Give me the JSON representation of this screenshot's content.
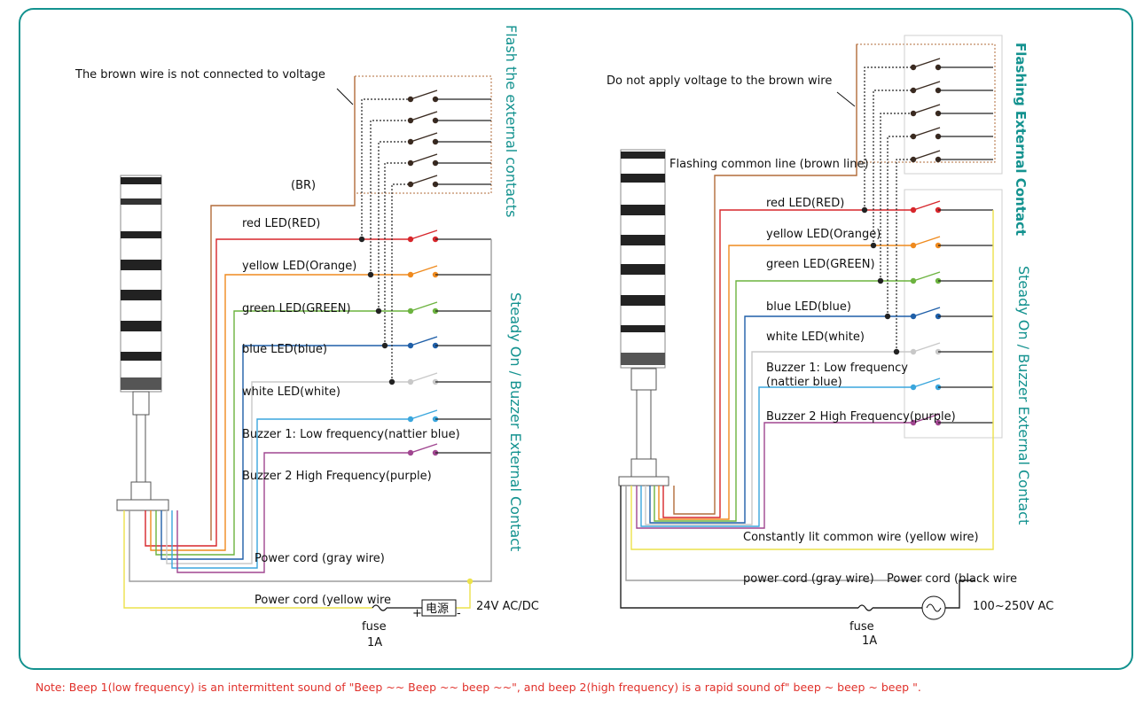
{
  "colors": {
    "frame": "#13928f",
    "red": "#d7262b",
    "orange": "#ef8a1e",
    "green": "#6cb33f",
    "blue": "#1f5fa8",
    "white": "#c8c8c8",
    "natier_blue": "#3aa6dd",
    "purple": "#a04690",
    "gray": "#9e9e9e",
    "yellow": "#ece24b",
    "brown": "#b26b3a",
    "black": "#222222"
  },
  "left": {
    "brown_note": "The brown wire is not connected to voltage",
    "br_label": "(BR)",
    "vertical_flash": "Flash the external contacts",
    "vertical_steady": "Steady On / Buzzer External Contact",
    "wires": [
      {
        "label": "red LED(RED)",
        "color": "red"
      },
      {
        "label": "yellow LED(Orange)",
        "color": "orange"
      },
      {
        "label": "green LED(GREEN)",
        "color": "green"
      },
      {
        "label": "blue LED(blue)",
        "color": "blue"
      },
      {
        "label": "white LED(white)",
        "color": "white"
      },
      {
        "label": "Buzzer 1: Low frequency(nattier blue)",
        "color": "natier_blue"
      },
      {
        "label": "Buzzer 2 High Frequency(purple)",
        "color": "purple"
      }
    ],
    "power_gray": "Power cord (gray wire)",
    "power_yellow": "Power cord (yellow wire",
    "plus": "+",
    "minus": "-",
    "supply": "电源",
    "voltage": "24V AC/DC",
    "fuse": "fuse",
    "fuse_rating": "1A"
  },
  "right": {
    "brown_note": "Do not apply voltage to the brown wire",
    "common_line": "Flashing common line (brown line)",
    "vertical_flash": "Flashing External Contact",
    "vertical_steady": "Steady On / Buzzer External Contact",
    "wires": [
      {
        "label": "red LED(RED)",
        "color": "red"
      },
      {
        "label": "yellow LED(Orange)",
        "color": "orange"
      },
      {
        "label": "green LED(GREEN)",
        "color": "green"
      },
      {
        "label": "blue LED(blue)",
        "color": "blue"
      },
      {
        "label": "white LED(white)",
        "color": "white"
      },
      {
        "label": "Buzzer 1: Low frequency",
        "label2": "(nattier blue)",
        "color": "natier_blue"
      },
      {
        "label": "Buzzer 2 High Frequency(purple)",
        "color": "purple"
      }
    ],
    "constant_common": "Constantly lit common wire (yellow wire)",
    "power_gray": "power cord (gray wire)",
    "power_black": "Power cord (black wire",
    "voltage": "100~250V AC",
    "fuse": "fuse",
    "fuse_rating": "1A"
  },
  "note": "Note: Beep 1(low frequency) is an intermittent sound of \"Beep ~~ Beep ~~ beep ~~\", and beep 2(high frequency) is a rapid sound of\" beep ~ beep ~ beep \"."
}
